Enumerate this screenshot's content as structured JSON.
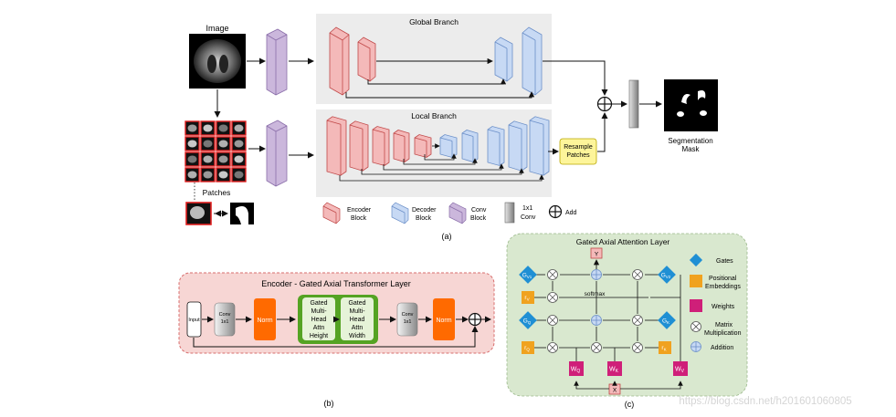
{
  "figure_a": {
    "image_label": "Image",
    "global_branch_title": "Global Branch",
    "local_branch_title": "Local Branch",
    "patches_label": "Patches",
    "resample_label_line1": "Resample",
    "resample_label_line2": "Patches",
    "output_label_line1": "Segmentation",
    "output_label_line2": "Mask",
    "caption": "(a)",
    "legend": {
      "encoder_line1": "Encoder",
      "encoder_line2": "Block",
      "decoder_line1": "Decoder",
      "decoder_line2": "Block",
      "conv_line1": "Conv",
      "conv_line2": "Block",
      "conv1x1_line1": "1x1",
      "conv1x1_line2": "Conv",
      "add": "Add"
    }
  },
  "figure_b": {
    "title": "Encoder - Gated Axial Transformer Layer",
    "input_label": "Input",
    "conv1x1_a": [
      "Conv",
      "1x1"
    ],
    "norm_a": "Norm",
    "height_block": [
      "Gated",
      "Multi-",
      "Head",
      "Attn",
      "Height"
    ],
    "width_block": [
      "Gated",
      "Multi-",
      "Head",
      "Attn",
      "Width"
    ],
    "conv1x1_b": [
      "Conv",
      "1x1"
    ],
    "norm_b": "Norm",
    "caption": "(b)"
  },
  "figure_c": {
    "title": "Gated Axial Attention Layer",
    "output_label": "Y",
    "input_label": "X",
    "softmax_label": "softmax",
    "gates": [
      "G",
      "G",
      "G",
      "G"
    ],
    "gate_subs": [
      "V1",
      "V2",
      "Q",
      "K"
    ],
    "positional": [
      "r",
      "r",
      "r"
    ],
    "positional_subs": [
      "V",
      "Q",
      "K"
    ],
    "weights": [
      "W",
      "W",
      "W"
    ],
    "weights_subs": [
      "Q",
      "K",
      "V"
    ],
    "legend": {
      "gates": "Gates",
      "positional_line1": "Positional",
      "positional_line2": "Embeddings",
      "weights": "Weights",
      "matmul_line1": "Matrix",
      "matmul_line2": "Multiplication",
      "addition": "Addition"
    },
    "caption": "(c)"
  },
  "watermark": "https://blog.csdn.net/h201601060805",
  "colors": {
    "encoder_fill": "#f4b9b9",
    "encoder_stroke": "#c04848",
    "decoder_fill": "#c7d9f4",
    "decoder_stroke": "#6b8fc8",
    "conv_fill": "#cbb7dc",
    "conv_stroke": "#8a6ea9",
    "branch_bg": "#ececec",
    "panel_b_bg": "#f7d6d4",
    "panel_b_border": "#d76d6d",
    "panel_c_bg": "#d9e8cf",
    "norm_fill": "#ff6a00",
    "attn_fill": "#55a323",
    "gate_fill": "#1f8fd4",
    "pos_fill": "#f0a21f",
    "weight_fill": "#cf1f79",
    "resample_fill": "#fdf59a"
  }
}
